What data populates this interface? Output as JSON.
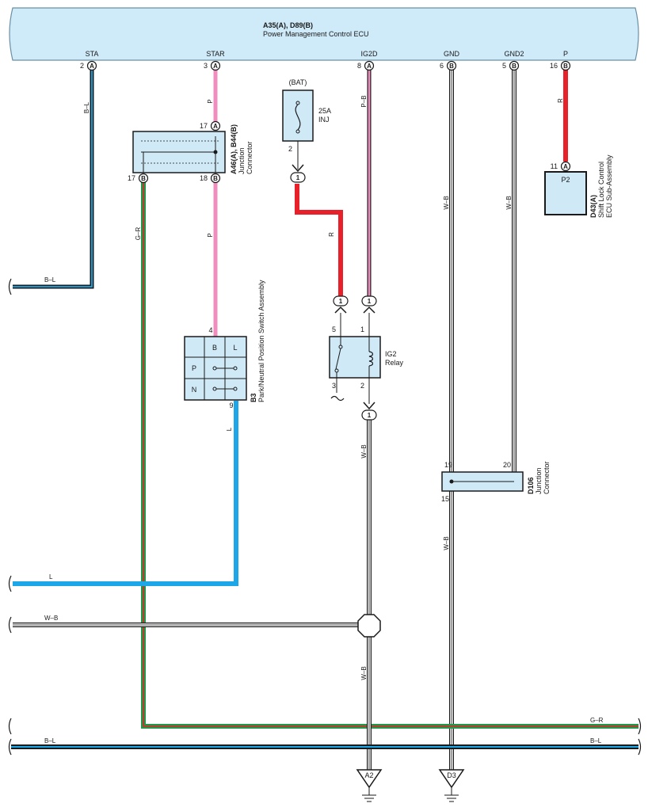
{
  "colors": {
    "black": "#1a1a1a",
    "blue": "#1ea7e8",
    "pink": "#f08cbe",
    "red": "#e8202a",
    "green": "#1d9a4a",
    "white_wire": "#ffffff",
    "component_fill": "#cfe9f7"
  },
  "ecu": {
    "ref": "A35(A), D89(B)",
    "name": "Power Management Control ECU",
    "terminals": [
      {
        "name": "STA",
        "pin": "2",
        "conn": "A"
      },
      {
        "name": "STAR",
        "pin": "3",
        "conn": "A"
      },
      {
        "name": "IG2D",
        "pin": "8",
        "conn": "A"
      },
      {
        "name": "GND",
        "pin": "6",
        "conn": "B"
      },
      {
        "name": "GND2",
        "pin": "5",
        "conn": "B"
      },
      {
        "name": "P",
        "pin": "16",
        "conn": "B"
      }
    ]
  },
  "junction_a46": {
    "ref": "A46(A), B44(B)",
    "name1": "Junction",
    "name2": "Connector",
    "pin_top": "17",
    "pin_top_conn": "A",
    "pin_left": "17",
    "pin_left_conn": "B",
    "pin_right": "18",
    "pin_right_conn": "B"
  },
  "switch_b3": {
    "ref": "B3",
    "name": "Park/Neutral Position Switch Assembly",
    "col_b": "B",
    "col_l": "L",
    "row_p": "P",
    "row_n": "N",
    "pin_in": "4",
    "pin_out": "9"
  },
  "fuse": {
    "source": "(BAT)",
    "rating": "25A",
    "name": "INJ",
    "pin": "2"
  },
  "relay": {
    "name1": "IG2",
    "name2": "Relay",
    "pin_5": "5",
    "pin_1": "1",
    "pin_3": "3",
    "pin_2": "2",
    "connector_pin": "1"
  },
  "junction_d106": {
    "ref": "D106",
    "name1": "Junction",
    "name2": "Connector",
    "pin_19": "19",
    "pin_20": "20",
    "pin_15": "15"
  },
  "shift_lock": {
    "ref": "D43(A)",
    "name1": "Shift Lock Control",
    "name2": "ECU Sub-Assembly",
    "inner": "P2",
    "pin": "11",
    "conn": "A"
  },
  "wires": {
    "sta": "B–L",
    "star_top": "P",
    "star_bottom": "P",
    "ig2d": "P–B",
    "gnd": "W–B",
    "gnd2": "W–B",
    "p": "R",
    "fuse_out": "R",
    "green": "G–R",
    "left_bl": "B–L",
    "switch_out": "L",
    "left_l": "L",
    "left_wb": "W–B",
    "relay_out": "W–B",
    "relay_lower": "W–B",
    "gnd_lower": "W–B",
    "bottom_gr": "G–R",
    "bottom_bl_left": "B–L",
    "bottom_bl_right": "B–L"
  },
  "grounds": {
    "a2": "A2",
    "d3": "D3"
  }
}
